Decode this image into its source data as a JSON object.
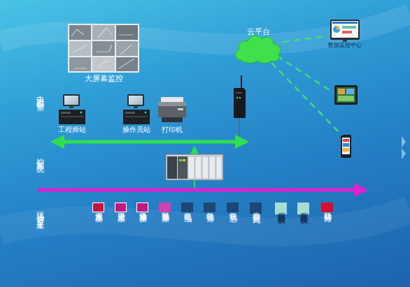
{
  "diagram": {
    "nodes": [
      {
        "text": [
          "大屏幕监控"
        ]
      },
      {
        "text": [
          "云平台"
        ]
      },
      {
        "text": [
          "数据监控中心"
        ]
      },
      {
        "text": [
          "工程师站"
        ]
      },
      {
        "text": [
          "操作员站"
        ]
      },
      {
        "text": [
          "打印机"
        ]
      },
      {
        "text": [
          "水泵温度"
        ]
      },
      {
        "text": [
          "定子温度"
        ]
      },
      {
        "text": [
          "轴承温度"
        ]
      },
      {
        "text": [
          "轴瓦温度"
        ]
      },
      {
        "text": [
          "电机电流"
        ]
      },
      {
        "text": [
          "电机转速"
        ]
      },
      {
        "text": [
          "电机状态"
        ]
      },
      {
        "text": [
          "当前控制方式"
        ]
      },
      {
        "text": [
          "高压断路器控制"
        ]
      },
      {
        "text": [
          "高压变频器控制"
        ]
      },
      {
        "text": [
          "联动运行"
        ]
      }
    ],
    "edges": [
      {
        "from": 1,
        "to": 2,
        "arrow": "none"
      }
    ],
    "labels": [
      "中央控制室",
      "控制系统",
      "现场信号采集"
    ]
  }
}
